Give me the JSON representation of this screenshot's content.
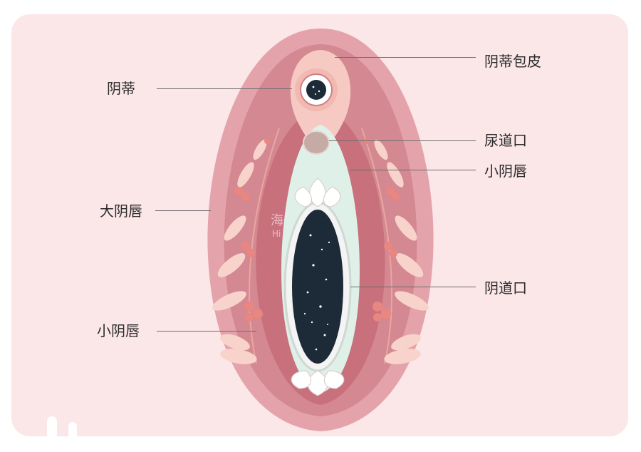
{
  "labels": {
    "clitoris": "阴蒂",
    "clitoral_hood": "阴蒂包皮",
    "urethral_opening": "尿道口",
    "labia_minora_right": "小阴唇",
    "labia_majora": "大阴唇",
    "vaginal_opening": "阴道口",
    "labia_minora_left": "小阴唇"
  },
  "watermark": {
    "line1": "海",
    "line2": "Hi"
  },
  "colors": {
    "card_background": "#fbe6e8",
    "outer_labia": "#e4a3ab",
    "outer_labia_inner": "#d48892",
    "inner_labia": "#c9707d",
    "hood": "#f6c9c3",
    "vestibule": "#dff0e8",
    "opening": "#1d2b38",
    "leaf": "#f7d3cc",
    "berry": "#e8867f",
    "leader_line": "#6d6d6d"
  }
}
